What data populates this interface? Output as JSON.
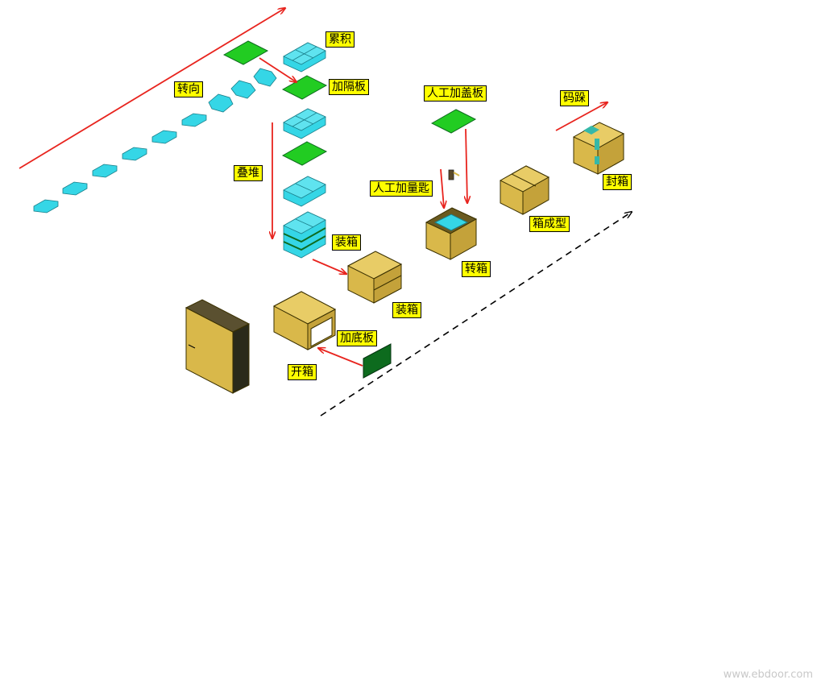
{
  "colors": {
    "arrow_red": "#e8241e",
    "product_cyan": "#35d6e6",
    "board_green": "#22cc22",
    "board_dark_green": "#0d6b1e",
    "carton_yellow": "#d9b84a",
    "label_yellow": "#ffff00",
    "dashed_line": "#000000"
  },
  "labels": {
    "accumulate": "累积",
    "turn": "转向",
    "add_divider": "加隔板",
    "manual_add_lid": "人工加盖板",
    "palletize": "码跺",
    "stack": "叠堆",
    "manual_add_spoon": "人工加量匙",
    "seal_box": "封箱",
    "box_forming": "箱成型",
    "boxing_1": "装箱",
    "transfer_box": "转箱",
    "boxing_2": "装箱",
    "add_bottom_board": "加底板",
    "open_box": "开箱"
  },
  "watermark": "www.ebdoor.com"
}
